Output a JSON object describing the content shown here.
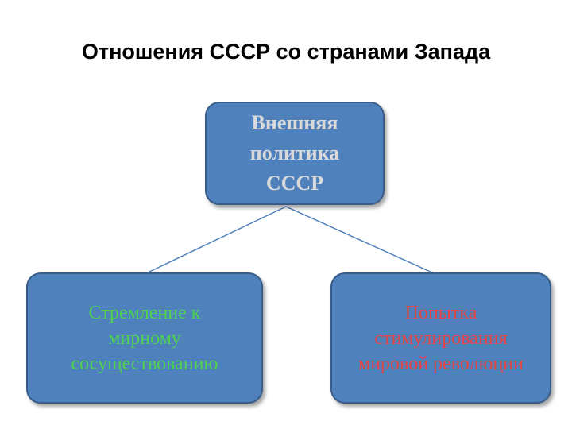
{
  "title": "Отношения СССР со странами Запада",
  "root": {
    "lines": [
      "Внешняя",
      "политика",
      "СССР"
    ]
  },
  "branches": [
    {
      "lines": [
        "Стремление к",
        "мирному",
        "сосуществованию"
      ],
      "color": "#4fd24f"
    },
    {
      "lines": [
        "Попытка",
        "стимулирования",
        "мировой революции"
      ],
      "color": "#e04545"
    }
  ],
  "colors": {
    "box_fill": "#4f81bd",
    "box_border": "#385d8a",
    "connector": "#4f81bd"
  }
}
